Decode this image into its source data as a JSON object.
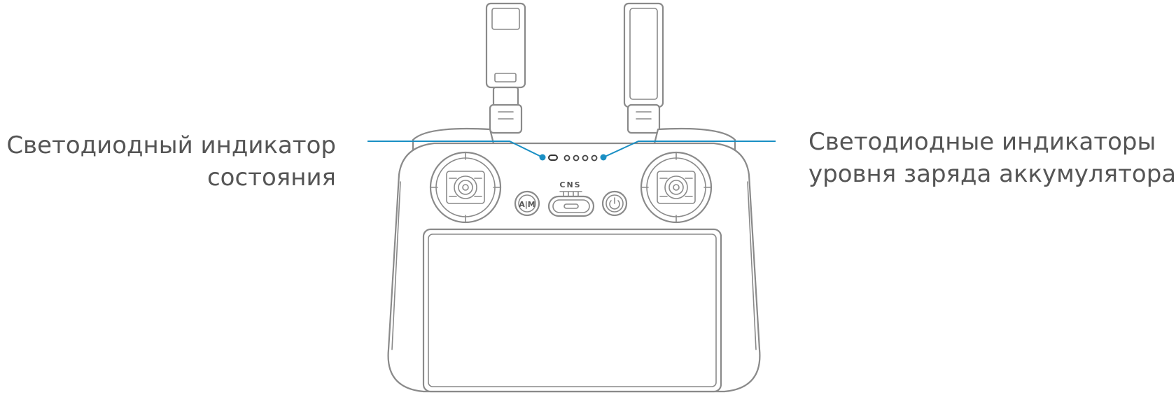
{
  "callouts": {
    "status_led": {
      "line1": "Светодиодный индикатор",
      "line2": "состояния"
    },
    "battery_leds": {
      "line1": "Светодиодные индикаторы",
      "line2": "уровня заряда аккумулятора"
    }
  },
  "device": {
    "button_label": "CNS",
    "battery_led_count": 4
  },
  "colors": {
    "leader_line": "#1a8fc4",
    "text": "#555555",
    "outline": "#8a8a8a"
  }
}
